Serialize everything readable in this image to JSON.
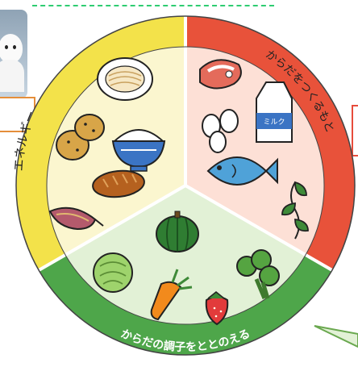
{
  "diagram": {
    "sections": {
      "energy": {
        "label": "エネルギー",
        "ring_color": "#f3e24a",
        "fill_color": "#fbf6cf"
      },
      "body_building": {
        "label": "からだをつくるもと",
        "ring_color": "#e8523a",
        "fill_color": "#fde0d6"
      },
      "regulate": {
        "label": "からだの調子をととのえる",
        "ring_color": "#4ea64a",
        "fill_color": "#e2f1d6"
      }
    },
    "foods": {
      "energy": [
        "noodles-icon",
        "rice-bowl-icon",
        "potato-icon",
        "bread-icon",
        "sweet-potato-icon"
      ],
      "body_building": [
        "meat-icon",
        "eggs-icon",
        "milk-carton-icon",
        "fish-icon",
        "seaweed-icon"
      ],
      "regulate": [
        "pumpkin-icon",
        "cabbage-icon",
        "carrot-icon",
        "strawberry-icon",
        "broccoli-icon"
      ]
    },
    "milk_label": "ミルク"
  }
}
